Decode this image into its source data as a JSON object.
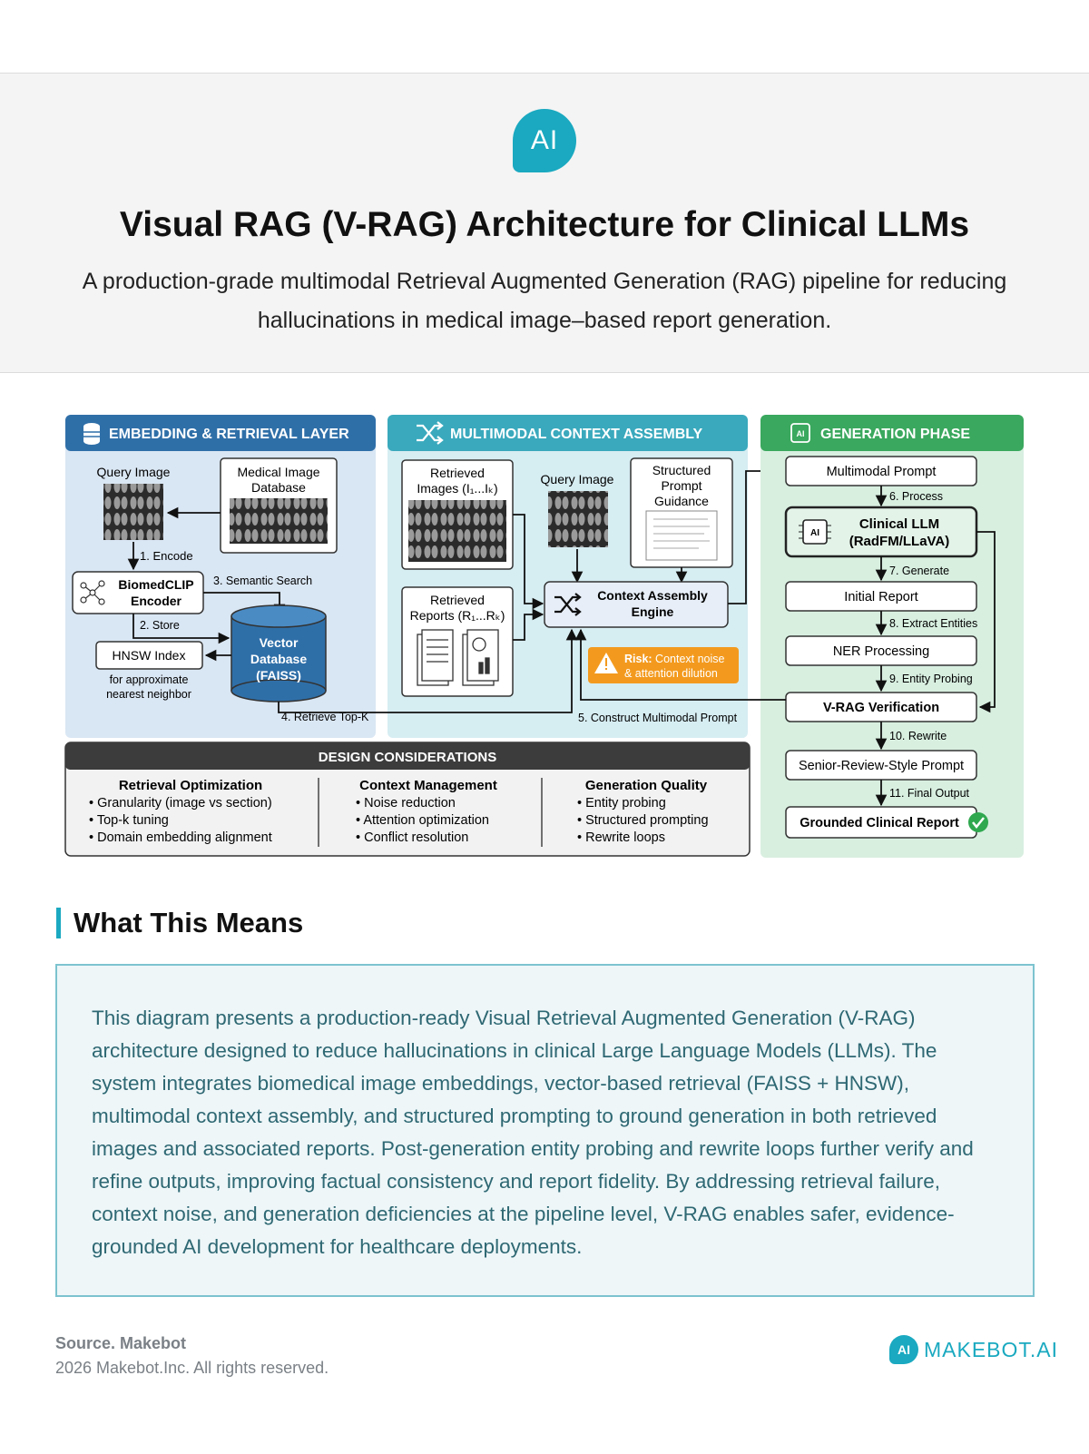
{
  "header": {
    "logo_text": "AI",
    "title": "Visual RAG (V-RAG) Architecture for Clinical LLMs",
    "subtitle": "A production-grade multimodal Retrieval Augmented Generation (RAG) pipeline for reducing hallucinations in medical image–based report generation."
  },
  "diagram": {
    "panels": {
      "embedding": "EMBEDDING & RETRIEVAL LAYER",
      "context": "MULTIMODAL CONTEXT ASSEMBLY",
      "generation": "GENERATION PHASE"
    },
    "embedding": {
      "query_image": "Query Image",
      "medical_db_line1": "Medical Image",
      "medical_db_line2": "Database",
      "encode": "1. Encode",
      "encoder_line1": "BiomedCLIP",
      "encoder_line2": "Encoder",
      "semantic_search": "3. Semantic Search",
      "store": "2. Store",
      "hnsw": "HNSW Index",
      "hnsw_note_line1": "for approximate",
      "hnsw_note_line2": "nearest neighbor",
      "vector_line1": "Vector",
      "vector_line2": "Database",
      "vector_line3": "(FAISS)",
      "retrieve": "4. Retrieve Top-K"
    },
    "context": {
      "retrieved_images_line1": "Retrieved",
      "retrieved_images_line2": "Images (I₁...Iₖ)",
      "query_image": "Query Image",
      "guidance_line1": "Structured",
      "guidance_line2": "Prompt",
      "guidance_line3": "Guidance",
      "retrieved_reports_line1": "Retrieved",
      "retrieved_reports_line2": "Reports (R₁...Rₖ)",
      "engine_line1": "Context Assembly",
      "engine_line2": "Engine",
      "risk_label": "Risk:",
      "risk_line1": " Context noise",
      "risk_line2": "& attention dilution",
      "construct": "5. Construct Multimodal Prompt"
    },
    "generation": {
      "multimodal_prompt": "Multimodal Prompt",
      "step6": "6. Process",
      "llm_line1": "Clinical LLM",
      "llm_line2": "(RadFM/LLaVA)",
      "step7": "7. Generate",
      "initial_report": "Initial Report",
      "step8": "8. Extract Entities",
      "ner": "NER Processing",
      "step9": "9. Entity Probing",
      "verification": "V-RAG Verification",
      "step10": "10. Rewrite",
      "senior_prompt": "Senior-Review-Style Prompt",
      "step11": "11. Final Output",
      "final_report": "Grounded Clinical Report"
    },
    "design": {
      "title": "DESIGN CONSIDERATIONS",
      "columns": [
        {
          "heading": "Retrieval Optimization",
          "items": [
            "Granularity (image vs section)",
            "Top-k tuning",
            "Domain embedding alignment"
          ]
        },
        {
          "heading": "Context Management",
          "items": [
            "Noise reduction",
            "Attention optimization",
            "Conflict resolution"
          ]
        },
        {
          "heading": "Generation Quality",
          "items": [
            "Entity probing",
            "Structured prompting",
            "Rewrite loops"
          ]
        }
      ]
    },
    "colors": {
      "embedding_header": "#2f6fa8",
      "embedding_bg": "#d9e6f3",
      "context_header": "#3aa9bd",
      "context_bg": "#d6edf2",
      "generation_header": "#3aa85e",
      "generation_bg": "#d8efe0",
      "risk": "#f39a1e",
      "design_header": "#3c3c3c"
    }
  },
  "means": {
    "title": "What This Means",
    "body": "This diagram presents a production-ready Visual Retrieval Augmented Generation (V-RAG) architecture designed to reduce hallucinations in clinical Large Language Models (LLMs). The system integrates biomedical image embeddings, vector-based retrieval (FAISS + HNSW), multimodal context assembly, and structured prompting to ground generation in both retrieved images and associated reports. Post-generation entity probing and rewrite loops further verify and refine outputs, improving factual consistency and report fidelity. By addressing retrieval failure, context noise, and generation deficiencies at the pipeline level, V-RAG enables safer, evidence-grounded AI development for healthcare deployments."
  },
  "footer": {
    "source": "Source. Makebot",
    "copyright": "2026 Makebot.Inc. All rights reserved.",
    "logo_badge": "AI",
    "logo_text": "MAKEBOT.AI"
  }
}
